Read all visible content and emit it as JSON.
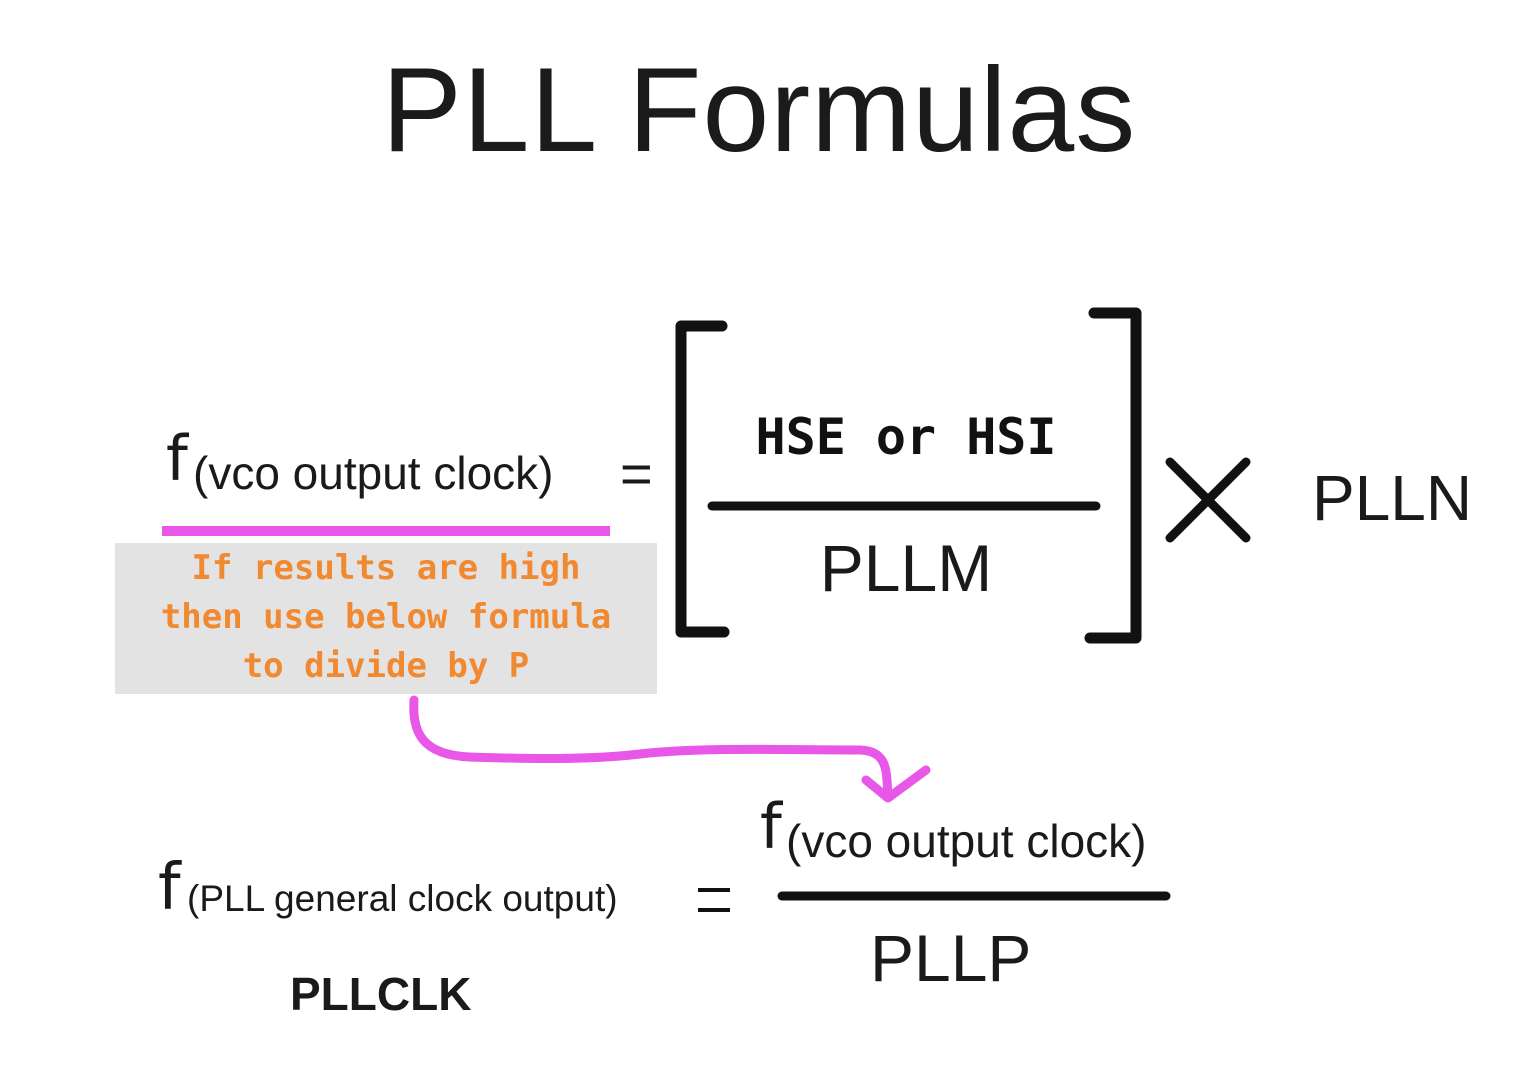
{
  "title": "PLL Formulas",
  "vco_formula": {
    "f": "f",
    "subscript": "(vco output clock)",
    "equals": "=",
    "numerator": "HSE or HSI",
    "denominator": "PLLM",
    "times": "✕",
    "multiplier": "PLLN"
  },
  "note": {
    "lines": [
      "If results are high",
      "then use below formula",
      "to divide by P"
    ],
    "text_color": "#f0892f",
    "background_color": "#e3e3e3"
  },
  "annotation_color": "#e957e8",
  "pll_formula": {
    "f": "f",
    "subscript": "(PLL general clock output)",
    "equals": "=",
    "numerator_f": "f",
    "numerator_subscript": "(vco output clock)",
    "denominator": "PLLP",
    "label": "PLLCLK"
  }
}
